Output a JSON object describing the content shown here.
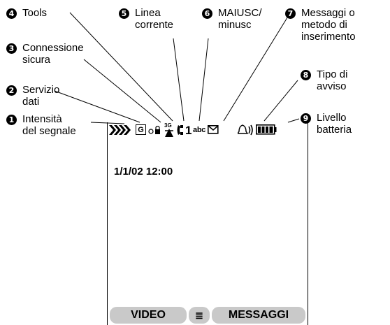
{
  "callouts": [
    {
      "number": "1",
      "label": "Intensità\ndel segnale"
    },
    {
      "number": "2",
      "label": "Servizio\ndati"
    },
    {
      "number": "3",
      "label": "Connessione\nsicura"
    },
    {
      "number": "4",
      "label": "Tools"
    },
    {
      "number": "5",
      "label": "Linea\ncorrente"
    },
    {
      "number": "6",
      "label": "MAIUSC/\nminusc"
    },
    {
      "number": "7",
      "label": "Messaggi o\nmetodo di\ninserimento"
    },
    {
      "number": "8",
      "label": "Tipo di\navviso"
    },
    {
      "number": "9",
      "label": "Livello\nbatteria"
    }
  ],
  "screen": {
    "datetime": "1/1/02 12:00",
    "status_icons": {
      "data_service": "G",
      "tools": "3G",
      "active_line": "1",
      "case_mode": "abc"
    }
  },
  "softkeys": {
    "left": "VIDEO",
    "menu": "≣",
    "right": "MESSAGGI"
  }
}
